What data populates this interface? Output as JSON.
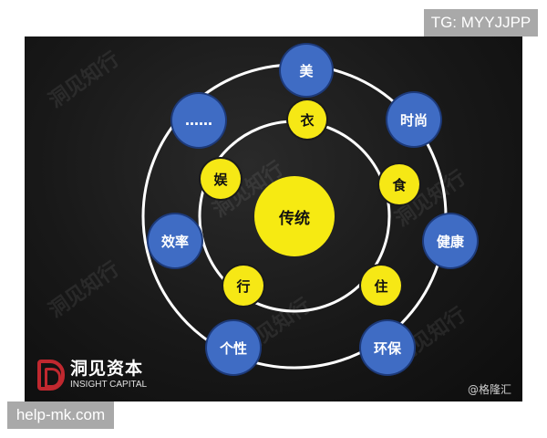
{
  "tags": {
    "top": "TG: MYYJJPP",
    "bottom": "help-mk.com"
  },
  "diagram": {
    "center": {
      "label": "传统",
      "color": "#f6ea12"
    },
    "inner_ring": [
      {
        "label": "衣"
      },
      {
        "label": "食"
      },
      {
        "label": "住"
      },
      {
        "label": "行"
      },
      {
        "label": "娱"
      }
    ],
    "outer_ring": [
      {
        "label": "美"
      },
      {
        "label": "时尚"
      },
      {
        "label": "健康"
      },
      {
        "label": "环保"
      },
      {
        "label": "个性"
      },
      {
        "label": "效率"
      },
      {
        "label": "……"
      }
    ],
    "colors": {
      "inner_node": "#f6e815",
      "outer_node": "#3f6cc4",
      "ring_line": "#ffffff",
      "background": "#151515"
    }
  },
  "watermark": {
    "text": "洞见知行"
  },
  "logo": {
    "name_cn": "洞见资本",
    "name_en": "INSIGHT CAPITAL",
    "accent": "#c0282f"
  },
  "credit": "@格隆汇"
}
